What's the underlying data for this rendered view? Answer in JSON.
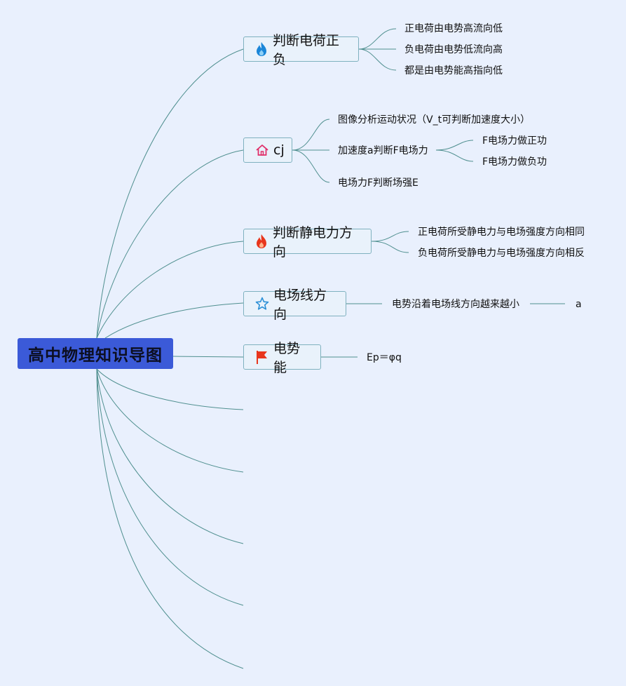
{
  "root": {
    "label": "高中物理知识导图"
  },
  "topics": [
    {
      "label": "判断电荷正负",
      "icon": "fire-blue-icon",
      "children": [
        "正电荷由电势高流向低",
        "负电荷由电势低流向高",
        "都是由电势能高指向低"
      ]
    },
    {
      "label": "cj",
      "icon": "home-icon",
      "children": [
        "图像分析运动状况（V_t可判断加速度大小）",
        "加速度a判断F电场力",
        "电场力F判断场强E"
      ],
      "grandchildren": [
        "F电场力做正功",
        "F电场力做负功"
      ]
    },
    {
      "label": "判断静电力方向",
      "icon": "fire-red-icon",
      "children": [
        "正电荷所受静电力与电场强度方向相同",
        "负电荷所受静电力与电场强度方向相反"
      ]
    },
    {
      "label": "电场线方向",
      "icon": "star-icon",
      "children": [
        "电势沿着电场线方向越来越小"
      ],
      "grandchildren": [
        "a"
      ]
    },
    {
      "label": "电势能",
      "icon": "flag-icon",
      "children": [
        "Ep＝φq"
      ]
    }
  ],
  "colors": {
    "background": "#e9f0fd",
    "root": "#3b5ad8",
    "branch_line": "#4f8f8f",
    "topic_border": "#7fb1bf"
  }
}
